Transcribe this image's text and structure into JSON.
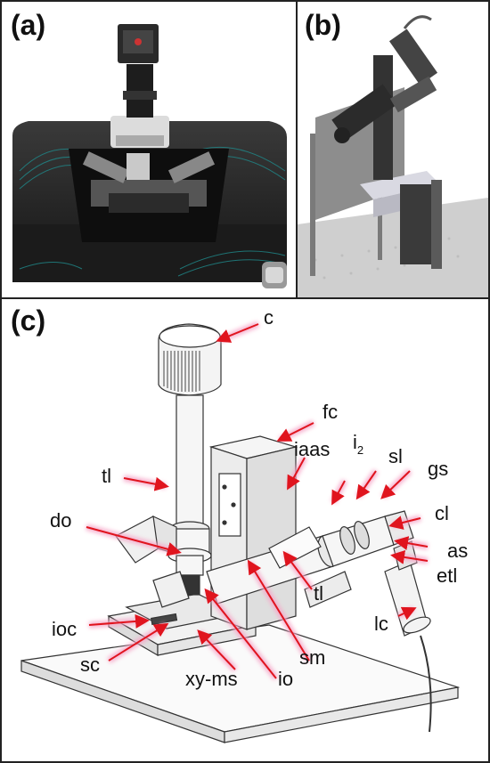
{
  "panels": {
    "a": {
      "label": "(a)"
    },
    "b": {
      "label": "(b)"
    },
    "c": {
      "label": "(c)"
    }
  },
  "labels": {
    "c": "c",
    "fc": "fc",
    "tl_top": "tl",
    "iaas": "iaas",
    "i2_base": "i",
    "i2_sub": "2",
    "sl": "sl",
    "gs": "gs",
    "do": "do",
    "cl": "cl",
    "as": "as",
    "etl": "etl",
    "tl_bottom": "tl",
    "lc": "lc",
    "ioc": "ioc",
    "sc": "sc",
    "sm": "sm",
    "xy_ms": "xy-ms",
    "io": "io"
  },
  "colors": {
    "arrow": "#e0141e",
    "glow": "#f6a6c8",
    "border": "#222222"
  }
}
